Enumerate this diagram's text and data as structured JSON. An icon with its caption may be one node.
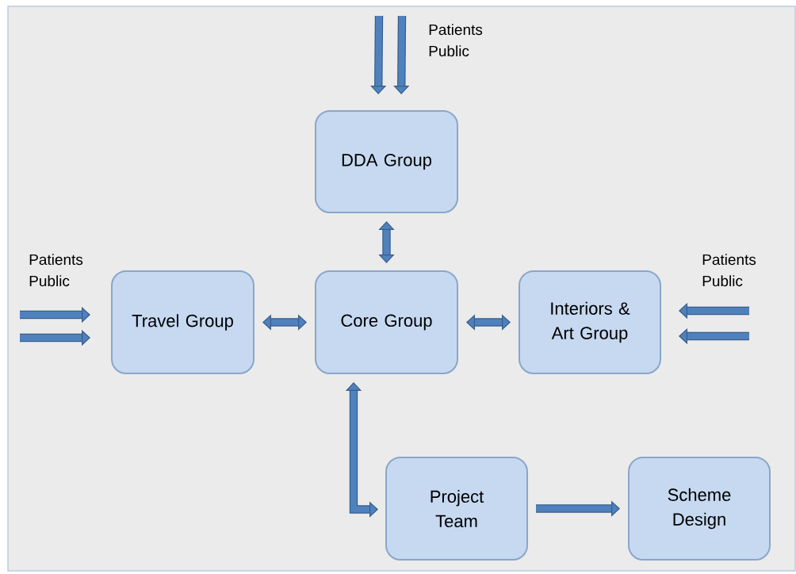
{
  "diagram": {
    "nodes": [
      {
        "text": [
          "DDA Group"
        ]
      },
      {
        "text": [
          "Travel Group"
        ]
      },
      {
        "text": [
          "Core Group"
        ]
      },
      {
        "text": [
          "Interiors & Art Group"
        ]
      },
      {
        "text": [
          "Project Team"
        ]
      },
      {
        "text": [
          "Scheme Design"
        ]
      }
    ],
    "edges": [
      {
        "from": null,
        "to": 0,
        "arrow": "to"
      },
      {
        "from": null,
        "to": 0,
        "arrow": "to"
      },
      {
        "from": 0,
        "to": 2,
        "arrow": "both"
      },
      {
        "from": null,
        "to": 1,
        "arrow": "to"
      },
      {
        "from": null,
        "to": 1,
        "arrow": "to"
      },
      {
        "from": 1,
        "to": 2,
        "arrow": "both"
      },
      {
        "from": 2,
        "to": 3,
        "arrow": "both"
      },
      {
        "from": null,
        "to": 3,
        "arrow": "to"
      },
      {
        "from": null,
        "to": 3,
        "arrow": "to"
      },
      {
        "from": 2,
        "to": 4,
        "arrow": "both"
      },
      {
        "from": 4,
        "to": 5,
        "arrow": "to"
      }
    ],
    "labels": [
      "Patients Public",
      "Patients Public",
      "Patients Public"
    ]
  }
}
